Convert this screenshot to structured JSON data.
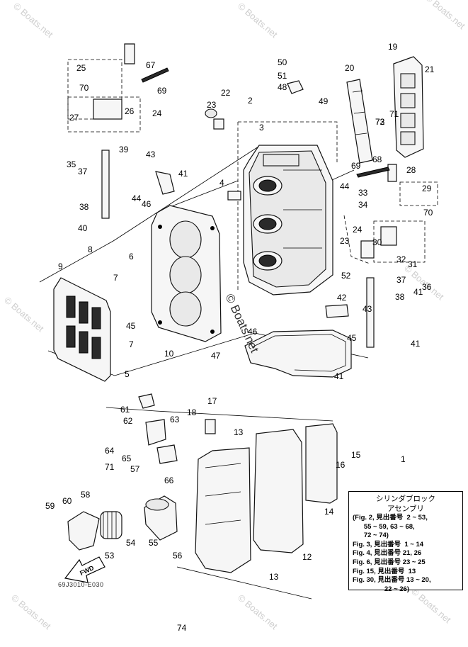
{
  "watermarks": [
    "© Boats.net",
    "© Boats.net",
    "© Boats.net",
    "© Boats.net",
    "© Boats.net",
    "© Boats.net",
    "© Boats.net",
    "© Boats.net"
  ],
  "center_watermark": "© Boats.net",
  "callouts": [
    "1",
    "2",
    "3",
    "4",
    "5",
    "6",
    "7",
    "7",
    "8",
    "9",
    "10",
    "12",
    "13",
    "13",
    "14",
    "15",
    "16",
    "17",
    "18",
    "19",
    "20",
    "21",
    "22",
    "23",
    "23",
    "24",
    "24",
    "25",
    "26",
    "27",
    "28",
    "29",
    "30",
    "31",
    "32",
    "33",
    "34",
    "35",
    "36",
    "37",
    "37",
    "38",
    "38",
    "39",
    "40",
    "41",
    "41",
    "41",
    "41",
    "42",
    "43",
    "43",
    "44",
    "44",
    "45",
    "45",
    "46",
    "46",
    "47",
    "48",
    "49",
    "50",
    "51",
    "52",
    "53",
    "54",
    "55",
    "56",
    "57",
    "58",
    "59",
    "60",
    "61",
    "62",
    "63",
    "64",
    "65",
    "66",
    "67",
    "68",
    "69",
    "69",
    "70",
    "70",
    "71",
    "71",
    "72",
    "73",
    "74"
  ],
  "legend": {
    "title_line1": "シリンダブロック",
    "title_line2": "アセンブリ",
    "rows": [
      "(Fig. 2, 見出番号  2 ~ 53,",
      "      55 ~ 59, 63 ~ 68,",
      "      72 ~ 74)",
      "Fig. 3, 見出番号  1 ~ 14",
      "Fig. 4, 見出番号 21, 26",
      "Fig. 6, 見出番号 23 ~ 25",
      "Fig. 15, 見出番号  13",
      "Fig. 30, 見出番号 13 ~ 20,",
      "                 22 ~ 26)"
    ]
  },
  "fwd_label": "FWD",
  "diagram_code": "69J3010-E030",
  "icons": [
    "fwd-arrow-icon"
  ]
}
